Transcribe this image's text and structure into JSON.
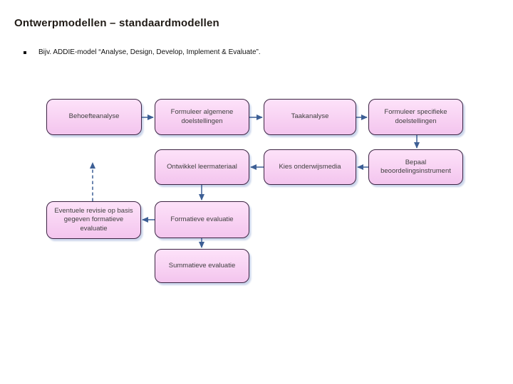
{
  "slide": {
    "title": "Ontwerpmodellen – standaardmodellen",
    "bullet": "Bijv. ADDIE-model “Analyse, Design, Develop, Implement & Evaluate”."
  },
  "diagram": {
    "nodes": [
      {
        "id": "behoefteanalyse",
        "label": "Behoefteanalyse"
      },
      {
        "id": "formuleer-algemene-doelstellingen",
        "label": "Formuleer algemene doelstellingen"
      },
      {
        "id": "taakanalyse",
        "label": "Taakanalyse"
      },
      {
        "id": "formuleer-specifieke-doelstellingen",
        "label": "Formuleer specifieke doelstellingen"
      },
      {
        "id": "ontwikkel-leermateriaal",
        "label": "Ontwikkel leermateriaal"
      },
      {
        "id": "kies-onderwijsmedia",
        "label": "Kies onderwijsmedia"
      },
      {
        "id": "bepaal-beoordelingsinstrument",
        "label": "Bepaal beoordelingsinstrument"
      },
      {
        "id": "eventuele-revisie",
        "label": "Eventuele revisie op basis gegeven formatieve evaluatie"
      },
      {
        "id": "formatieve-evaluatie",
        "label": "Formatieve evaluatie"
      },
      {
        "id": "summatieve-evaluatie",
        "label": "Summatieve evaluatie"
      }
    ],
    "edges": [
      {
        "from": "behoefteanalyse",
        "to": "formuleer-algemene-doelstellingen",
        "style": "solid"
      },
      {
        "from": "formuleer-algemene-doelstellingen",
        "to": "taakanalyse",
        "style": "solid"
      },
      {
        "from": "taakanalyse",
        "to": "formuleer-specifieke-doelstellingen",
        "style": "solid"
      },
      {
        "from": "formuleer-specifieke-doelstellingen",
        "to": "bepaal-beoordelingsinstrument",
        "style": "solid"
      },
      {
        "from": "bepaal-beoordelingsinstrument",
        "to": "kies-onderwijsmedia",
        "style": "solid"
      },
      {
        "from": "kies-onderwijsmedia",
        "to": "ontwikkel-leermateriaal",
        "style": "solid"
      },
      {
        "from": "ontwikkel-leermateriaal",
        "to": "formatieve-evaluatie",
        "style": "solid"
      },
      {
        "from": "formatieve-evaluatie",
        "to": "eventuele-revisie",
        "style": "solid"
      },
      {
        "from": "formatieve-evaluatie",
        "to": "summatieve-evaluatie",
        "style": "solid"
      },
      {
        "from": "eventuele-revisie",
        "to": null,
        "style": "dashed",
        "direction": "up"
      }
    ],
    "colors": {
      "node_fill_top": "#fde2f9",
      "node_fill_bottom": "#f3c5ee",
      "node_border": "#3b2342",
      "node_shadow": "#cbd5eb",
      "arrow": "#3d5f95",
      "node_text": "#3f3f3f",
      "title_text": "#201b16"
    }
  }
}
